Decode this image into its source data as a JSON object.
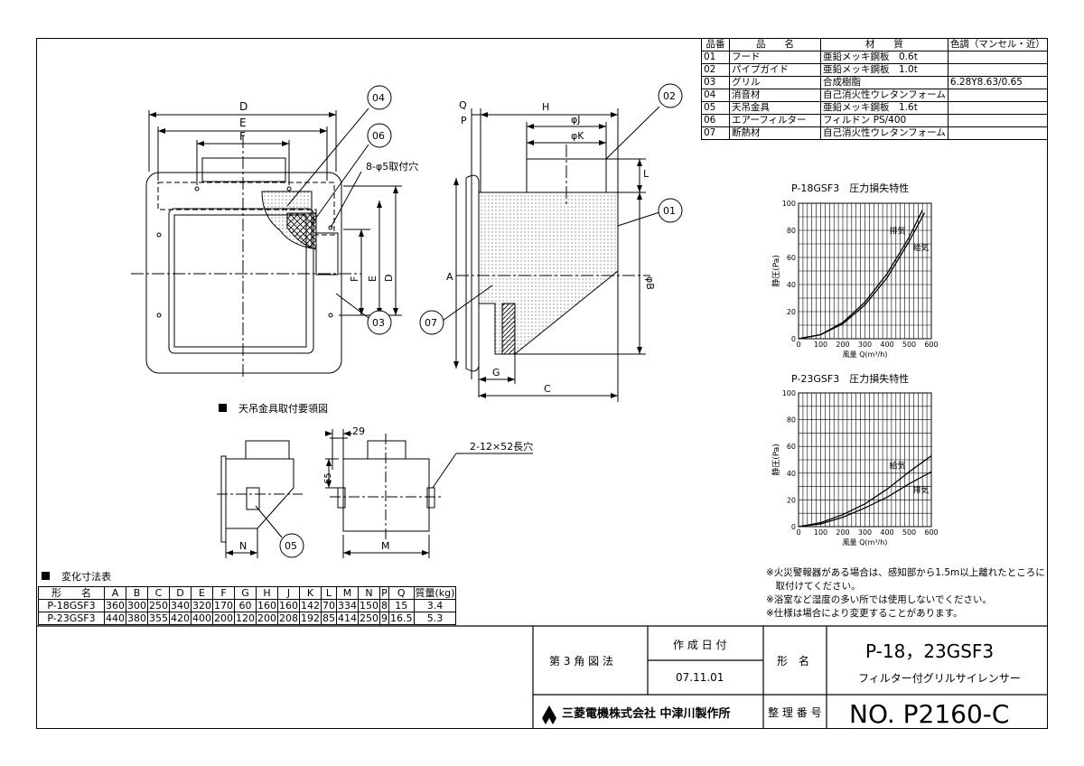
{
  "parts_table": {
    "headers": [
      "品番",
      "品　　名",
      "材　　質",
      "色調（マンセル・近）"
    ],
    "rows": [
      [
        "01",
        "フード",
        "亜鉛メッキ鋼板　0.6t",
        ""
      ],
      [
        "02",
        "パイプガイド",
        "亜鉛メッキ鋼板　1.0t",
        ""
      ],
      [
        "03",
        "グリル",
        "合成樹脂",
        "6.28Y8.63/0.65"
      ],
      [
        "04",
        "消音材",
        "自己消火性ウレタンフォーム",
        ""
      ],
      [
        "05",
        "天吊金具",
        "亜鉛メッキ鋼板　1.6t",
        ""
      ],
      [
        "06",
        "エアーフィルター",
        "フィルドン PS/400",
        ""
      ],
      [
        "07",
        "断熱材",
        "自己消火性ウレタンフォーム",
        ""
      ]
    ]
  },
  "main_view": {
    "dim_labels": [
      "D",
      "E",
      "F"
    ],
    "hole_label": "8-φ5取付穴",
    "side_dims": [
      "F",
      "E",
      "D"
    ],
    "callouts": [
      "04",
      "06",
      "03"
    ]
  },
  "side_view": {
    "dim_labels": [
      "Q",
      "P",
      "H",
      "φJ",
      "φK",
      "L",
      "A",
      "φB",
      "G",
      "C"
    ],
    "callouts": [
      "02",
      "01",
      "07"
    ]
  },
  "hanger_section": {
    "title": "天吊金具取付要領図",
    "dim_29": "29",
    "dim_65": "65",
    "slot_label": "2-12×52長穴",
    "dim_n": "N",
    "dim_m": "M",
    "callout": "05"
  },
  "dims_table": {
    "title": "変化寸法表",
    "headers": [
      "形　　名",
      "A",
      "B",
      "C",
      "D",
      "E",
      "F",
      "G",
      "H",
      "J",
      "K",
      "L",
      "M",
      "N",
      "P",
      "Q",
      "質量(kg)"
    ],
    "rows": [
      [
        "P-18GSF3",
        "360",
        "300",
        "250",
        "340",
        "320",
        "170",
        "60",
        "160",
        "160",
        "142",
        "70",
        "334",
        "150",
        "8",
        "15",
        "3.4"
      ],
      [
        "P-23GSF3",
        "440",
        "380",
        "355",
        "420",
        "400",
        "200",
        "120",
        "200",
        "208",
        "192",
        "85",
        "414",
        "250",
        "9",
        "16.5",
        "5.3"
      ]
    ]
  },
  "chart_data": [
    {
      "type": "line",
      "title": "P-18GSF3　圧力損失特性",
      "ylabel": "静圧(Pa)",
      "xlabel": "風量 Q(m³/h)",
      "xlim": [
        0,
        600
      ],
      "ylim": [
        0,
        100
      ],
      "xticks": [
        "0",
        "100",
        "200",
        "300",
        "400",
        "500",
        "600"
      ],
      "yticks": [
        "0",
        "20",
        "40",
        "60",
        "80",
        "100"
      ],
      "grid": true,
      "series": [
        {
          "name": "排気",
          "x": [
            0,
            100,
            200,
            300,
            400,
            500,
            560
          ],
          "y": [
            0,
            3,
            12,
            27,
            48,
            75,
            95
          ]
        },
        {
          "name": "給気",
          "x": [
            0,
            100,
            200,
            300,
            400,
            500,
            570
          ],
          "y": [
            0,
            3,
            11,
            25,
            45,
            72,
            93
          ]
        }
      ]
    },
    {
      "type": "line",
      "title": "P-23GSF3　圧力損失特性",
      "ylabel": "静圧(Pa)",
      "xlabel": "風量 Q(m³/h)",
      "xlim": [
        0,
        600
      ],
      "ylim": [
        0,
        100
      ],
      "xticks": [
        "0",
        "100",
        "200",
        "300",
        "400",
        "500",
        "600"
      ],
      "yticks": [
        "0",
        "20",
        "40",
        "60",
        "80",
        "100"
      ],
      "grid": true,
      "series": [
        {
          "name": "給気",
          "x": [
            0,
            100,
            200,
            300,
            400,
            500,
            600
          ],
          "y": [
            0,
            3,
            9,
            17,
            28,
            41,
            53
          ]
        },
        {
          "name": "排気",
          "x": [
            0,
            100,
            200,
            300,
            400,
            500,
            600
          ],
          "y": [
            0,
            2,
            7,
            14,
            22,
            32,
            41
          ]
        }
      ]
    }
  ],
  "notes": [
    "※火災警報器がある場合は、感知部から1.5m以上離れたところに",
    "　取付けてください。",
    "※浴室など湿度の多い所では使用しないでください。",
    "※仕様は場合により変更することがあります。"
  ],
  "title_block": {
    "projection": "第 3 角 図 法",
    "date_label": "作 成 日 付",
    "date": "07.11.01",
    "model_label": "形　名",
    "model": "P-18，23GSF3",
    "product_name": "フィルター付グリルサイレンサー",
    "company": "三菱電機株式会社 中津川製作所",
    "number_label": "整 理 番 号",
    "number": "NO. P2160-C"
  }
}
